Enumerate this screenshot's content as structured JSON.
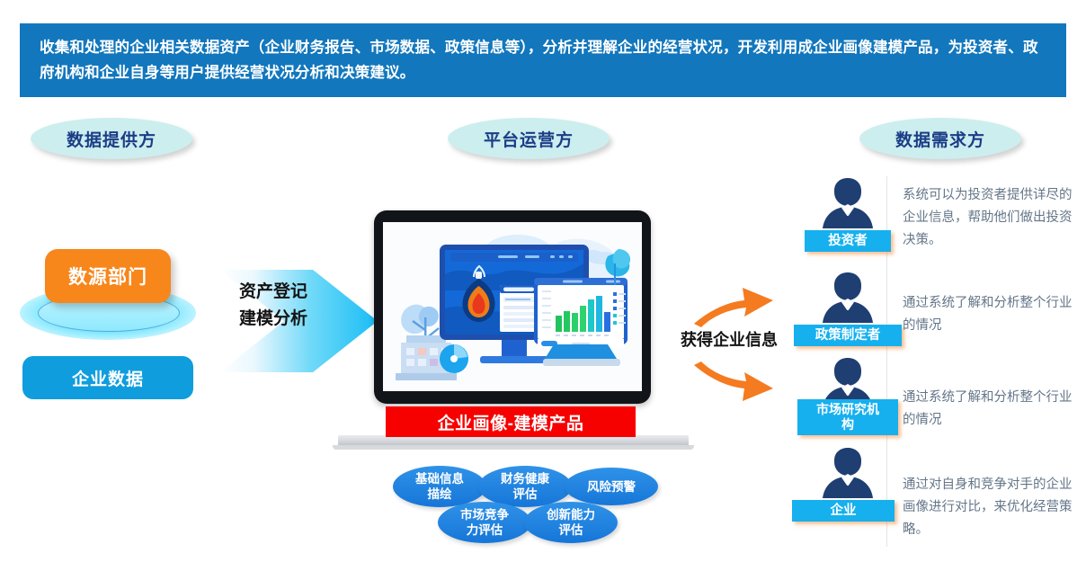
{
  "banner": {
    "text": "收集和处理的企业相关数据资产（企业财务报告、市场数据、政策信息等），分析并理解企业的经营状况，开发利用成企业画像建模产品，为投资者、政府机构和企业自身等用户提供经营状况分析和决策建议。",
    "bg_color": "#1277bd",
    "text_color": "#ffffff"
  },
  "headers": {
    "provider": "数据提供方",
    "platform": "平台运营方",
    "consumer": "数据需求方",
    "bg_color": "#cdeeee",
    "text_color": "#1b3d86"
  },
  "provider": {
    "source_chip": "数源部门",
    "source_chip_color": "#f7861b",
    "data_chip": "企业数据",
    "data_chip_color": "#0f9ddd"
  },
  "flow_arrow": {
    "line1": "资产登记",
    "line2": "建模分析",
    "color": "#2ac4f5"
  },
  "platform": {
    "product_banner": "企业画像-建模产品",
    "product_banner_color": "#f60000",
    "screen_alt": "dashboard-illustration",
    "capabilities": [
      {
        "line1": "基础信息",
        "line2": "描绘"
      },
      {
        "line1": "财务健康",
        "line2": "评估"
      },
      {
        "line1": "风险预警",
        "line2": ""
      },
      {
        "line1": "市场竞争",
        "line2": "力评估"
      },
      {
        "line1": "创新能力",
        "line2": "评估"
      }
    ],
    "capabilities_color": "#1676d8"
  },
  "transfer": {
    "label": "获得企业信息",
    "arrow_color": "#f47b20"
  },
  "consumers": [
    {
      "tag": "投资者",
      "tag_lines": [
        "投资者"
      ],
      "desc": "系统可以为投资者提供详尽的企业信息，帮助他们做出投资决策。"
    },
    {
      "tag": "政策制定者",
      "tag_lines": [
        "政策制定者"
      ],
      "desc": "通过系统了解和分析整个行业的情况"
    },
    {
      "tag": "市场研究机构",
      "tag_lines": [
        "市场研究机",
        "构"
      ],
      "desc": "通过系统了解和分析整个行业的情况"
    },
    {
      "tag": "企业",
      "tag_lines": [
        "企业"
      ],
      "desc": "通过对自身和竞争对手的企业画像进行对比，来优化经营策略。"
    }
  ],
  "consumer_style": {
    "tag_bg": "#16b0ef",
    "avatar_color": "#1f3f73",
    "desc_color": "#647689"
  }
}
